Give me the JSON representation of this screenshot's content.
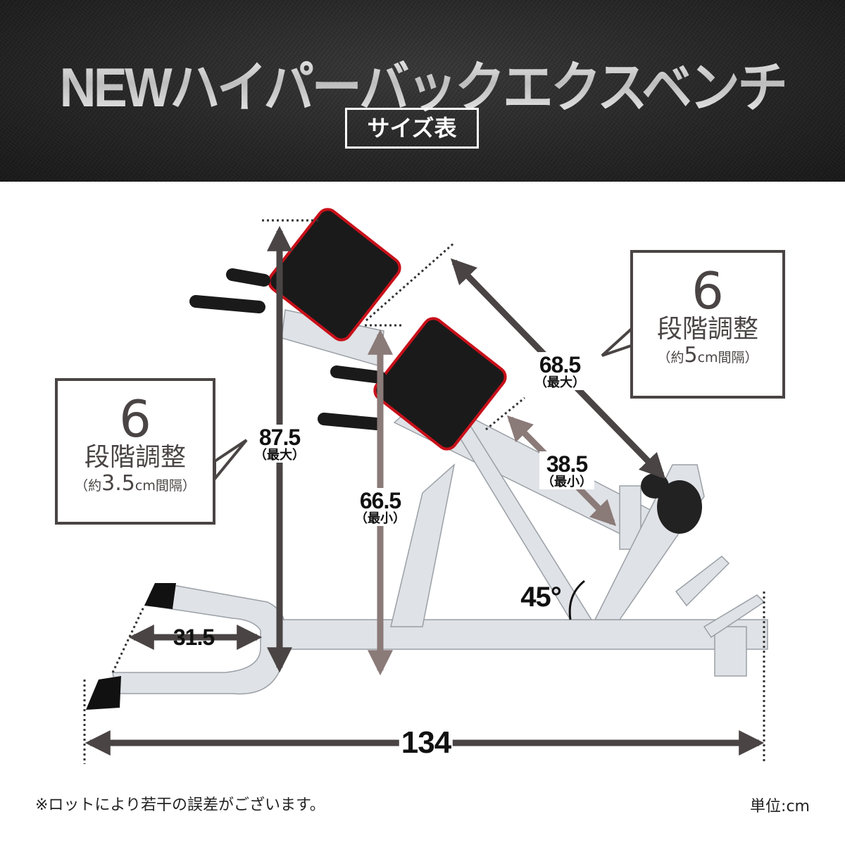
{
  "header": {
    "title": "NEWハイパーバックエクスベンチ",
    "subtitle": "サイズ表"
  },
  "dimensions": {
    "height_max": {
      "value": "87.5",
      "qualifier": "（最大）"
    },
    "height_min": {
      "value": "66.5",
      "qualifier": "（最小）"
    },
    "pad_max": {
      "value": "68.5",
      "qualifier": "（最大）"
    },
    "pad_min": {
      "value": "38.5",
      "qualifier": "（最小）"
    },
    "base_width": {
      "value": "31.5"
    },
    "length": {
      "value": "134"
    },
    "angle": {
      "value": "45°"
    }
  },
  "callouts": {
    "left": {
      "steps": "6",
      "label": "段階調整",
      "interval_prefix": "（約",
      "interval_value": "3.5",
      "interval_suffix": "cm間隔）"
    },
    "right": {
      "steps": "6",
      "label": "段階調整",
      "interval_prefix": "（約",
      "interval_value": "5",
      "interval_suffix": "cm間隔）"
    }
  },
  "footer": {
    "note": "※ロットにより若干の誤差がございます。",
    "unit": "単位:cm"
  },
  "colors": {
    "arrow": "#4a4444",
    "arrow_light": "#8a7a78",
    "pad_red": "#c8101a",
    "frame": "#dfe2e6"
  }
}
